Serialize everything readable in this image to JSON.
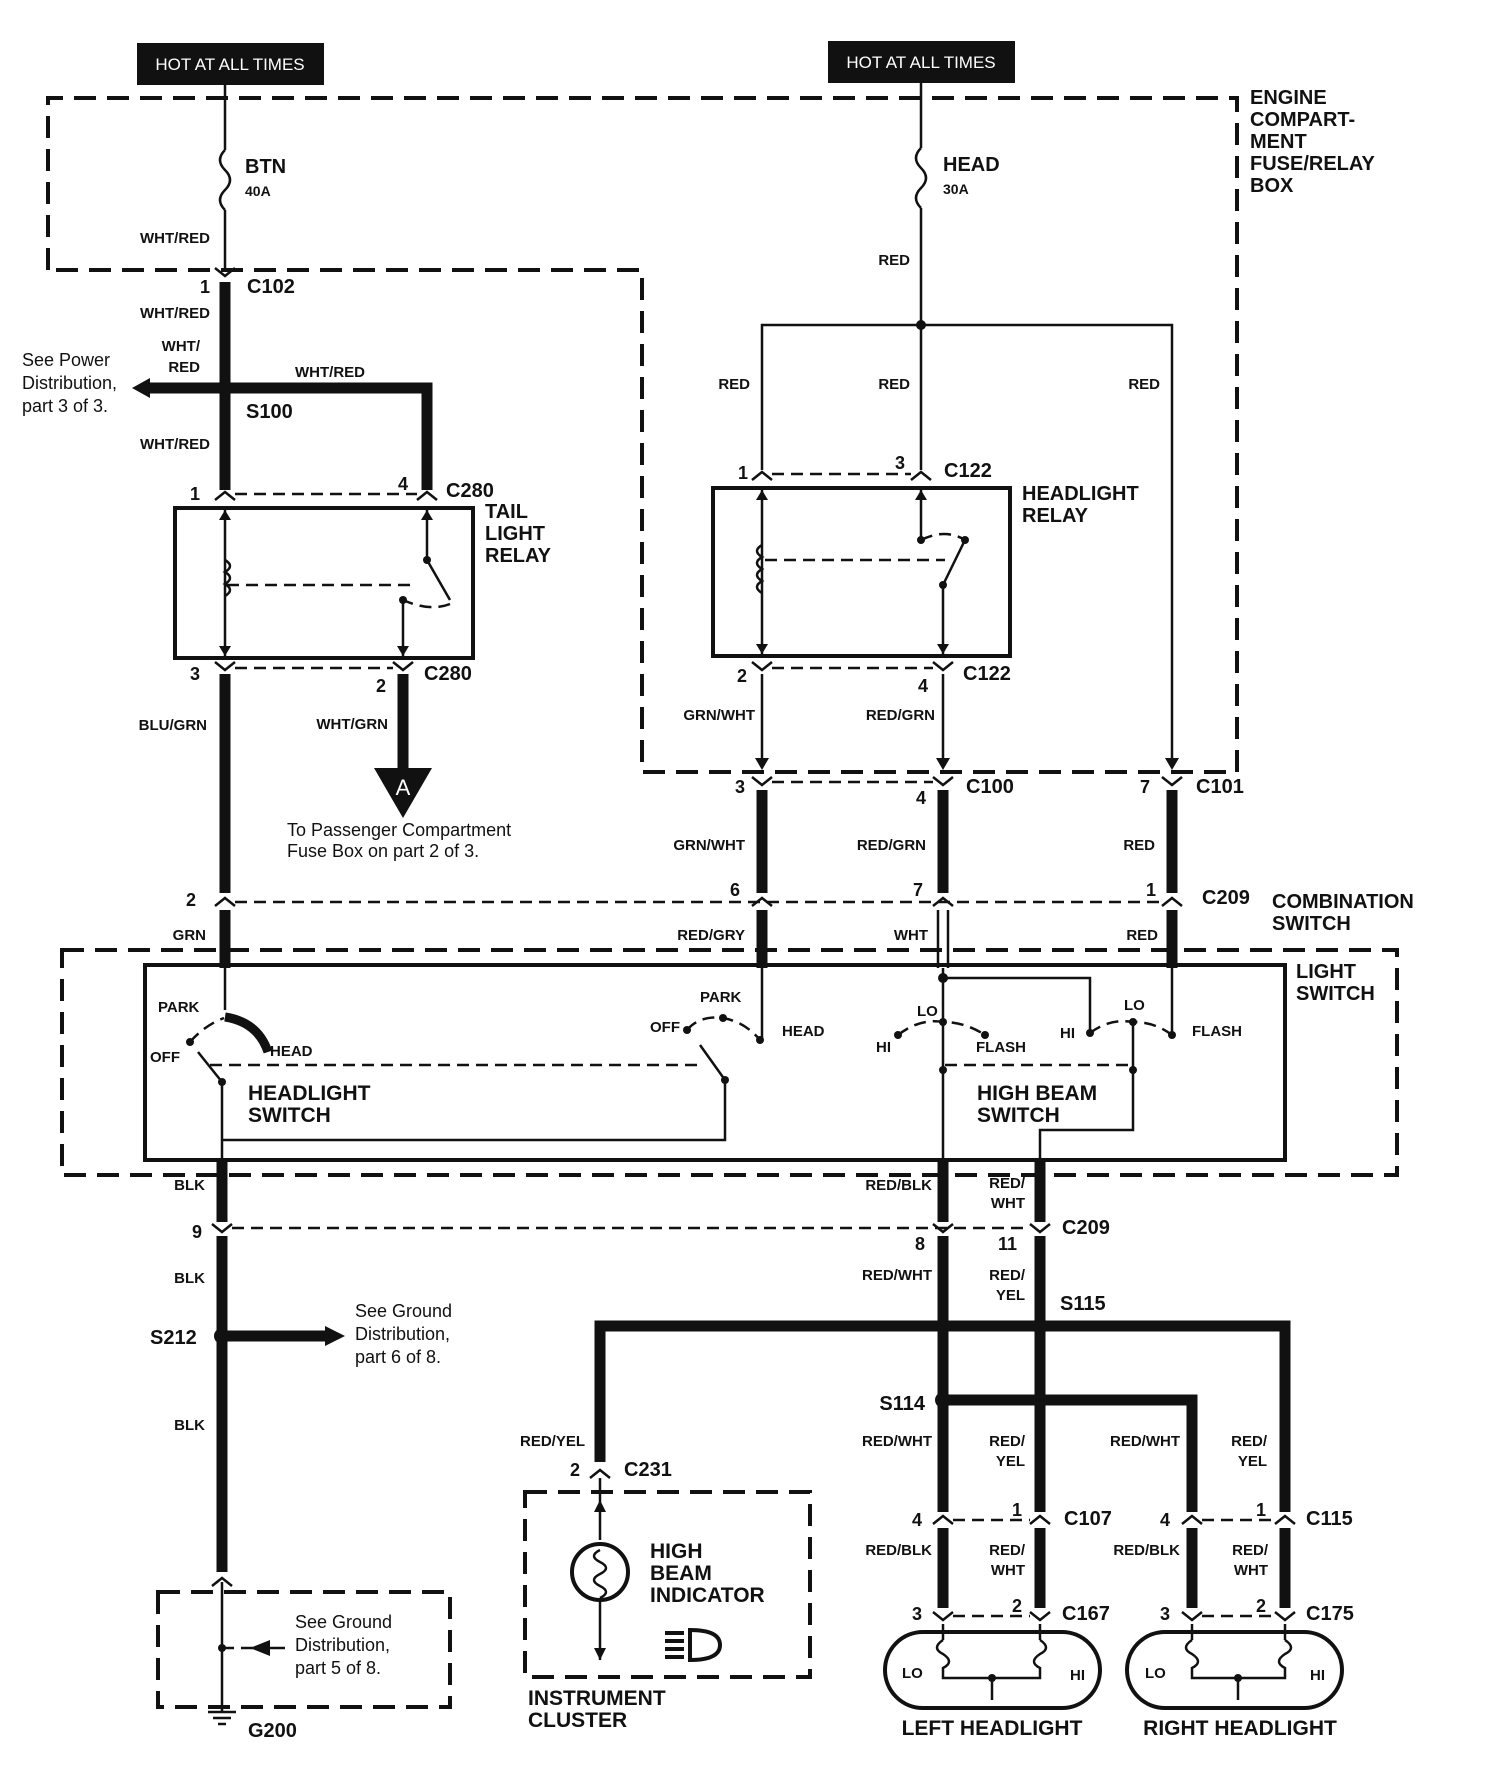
{
  "banners": {
    "hot1": "HOT AT ALL TIMES",
    "hot2": "HOT AT ALL TIMES"
  },
  "boxes": {
    "engine_box": [
      "ENGINE",
      "COMPART-",
      "MENT",
      "FUSE/RELAY",
      "BOX"
    ],
    "tail_relay": [
      "TAIL",
      "LIGHT",
      "RELAY"
    ],
    "headlight_relay": [
      "HEADLIGHT",
      "RELAY"
    ],
    "combination_switch": [
      "COMBINATION",
      "SWITCH"
    ],
    "light_switch": [
      "LIGHT",
      "SWITCH"
    ],
    "headlight_switch": [
      "HEADLIGHT",
      "SWITCH"
    ],
    "high_beam_switch": [
      "HIGH BEAM",
      "SWITCH"
    ],
    "high_beam_indicator": [
      "HIGH",
      "BEAM",
      "INDICATOR"
    ],
    "instrument_cluster": [
      "INSTRUMENT",
      "CLUSTER"
    ],
    "left_headlight": "LEFT HEADLIGHT",
    "right_headlight": "RIGHT HEADLIGHT"
  },
  "fuses": {
    "btn": {
      "name": "BTN",
      "rating": "40A"
    },
    "head": {
      "name": "HEAD",
      "rating": "30A"
    }
  },
  "connectors": {
    "c102": "C102",
    "c280a": "C280",
    "c280b": "C280",
    "c122a": "C122",
    "c122b": "C122",
    "c100": "C100",
    "c101": "C101",
    "c209a": "C209",
    "c209b": "C209",
    "c231": "C231",
    "c107": "C107",
    "c115": "C115",
    "c167": "C167",
    "c175": "C175",
    "s100": "S100",
    "s212": "S212",
    "s115": "S115",
    "s114": "S114",
    "g200": "G200"
  },
  "pins": {
    "p1_c102": "1",
    "p1_c280": "1",
    "p4_c280": "4",
    "p3_c280": "3",
    "p2_c280": "2",
    "p1_c122": "1",
    "p3_c122": "3",
    "p2_c122": "2",
    "p4_c122": "4",
    "p3_c100": "3",
    "p4_c100": "4",
    "p7_c101": "7",
    "p2_c209": "2",
    "p6_c209": "6",
    "p7_c209": "7",
    "p1_c209": "1",
    "p9_c209": "9",
    "p8_c209": "8",
    "p11_c209": "11",
    "p2_c231": "2",
    "p4_c107": "4",
    "p1_c107": "1",
    "p4_c115": "4",
    "p1_c115": "1",
    "p3_c167": "3",
    "p2_c167": "2",
    "p3_c175": "3",
    "p2_c175": "2"
  },
  "wires": {
    "w_whtred_1": "WHT/RED",
    "w_whtred_2": "WHT/RED",
    "w_whtred_3a": "WHT/",
    "w_whtred_3b": "RED",
    "w_whtred_4": "WHT/RED",
    "w_whtred_5": "WHT/RED",
    "w_red_1": "RED",
    "w_red_2": "RED",
    "w_red_3": "RED",
    "w_red_4": "RED",
    "w_blugrn": "BLU/GRN",
    "w_whtgrn": "WHT/GRN",
    "w_grnwht_1": "GRN/WHT",
    "w_redgrn_1": "RED/GRN",
    "w_grnwht_2": "GRN/WHT",
    "w_redgrn_2": "RED/GRN",
    "w_red_5": "RED",
    "w_grn": "GRN",
    "w_redgry": "RED/GRY",
    "w_wht": "WHT",
    "w_red_6": "RED",
    "w_blk_1": "BLK",
    "w_blk_2": "BLK",
    "w_blk_3": "BLK",
    "w_redblk_1": "RED/BLK",
    "w_redwht_1a": "RED/",
    "w_redwht_1b": "WHT",
    "w_redwht_2": "RED/WHT",
    "w_redyel_1a": "RED/",
    "w_redyel_1b": "YEL",
    "w_redyel_2": "RED/YEL",
    "w_redwht_3": "RED/WHT",
    "w_redyel_3a": "RED/",
    "w_redyel_3b": "YEL",
    "w_redwht_4": "RED/WHT",
    "w_redyel_4a": "RED/",
    "w_redyel_4b": "YEL",
    "w_redblk_2": "RED/BLK",
    "w_redwht_5a": "RED/",
    "w_redwht_5b": "WHT",
    "w_redblk_3": "RED/BLK",
    "w_redwht_6a": "RED/",
    "w_redwht_6b": "WHT"
  },
  "switch_labels": {
    "park1": "PARK",
    "off1": "OFF",
    "head1": "HEAD",
    "park2": "PARK",
    "off2": "OFF",
    "head2": "HEAD",
    "lo1": "LO",
    "hi1": "HI",
    "flash1": "FLASH",
    "hi2": "HI",
    "lo2": "LO",
    "flash2": "FLASH",
    "lo_l": "LO",
    "hi_l": "HI",
    "lo_r": "LO",
    "hi_r": "HI"
  },
  "notes": {
    "power": [
      "See Power",
      "Distribution,",
      "part 3 of 3."
    ],
    "passenger": [
      "To Passenger Compartment",
      "Fuse Box on part 2 of 3."
    ],
    "ground6": [
      "See Ground",
      "Distribution,",
      "part 6 of 8."
    ],
    "ground5": [
      "See Ground",
      "Distribution,",
      "part 5 of 8."
    ],
    "marker_a": "A"
  }
}
